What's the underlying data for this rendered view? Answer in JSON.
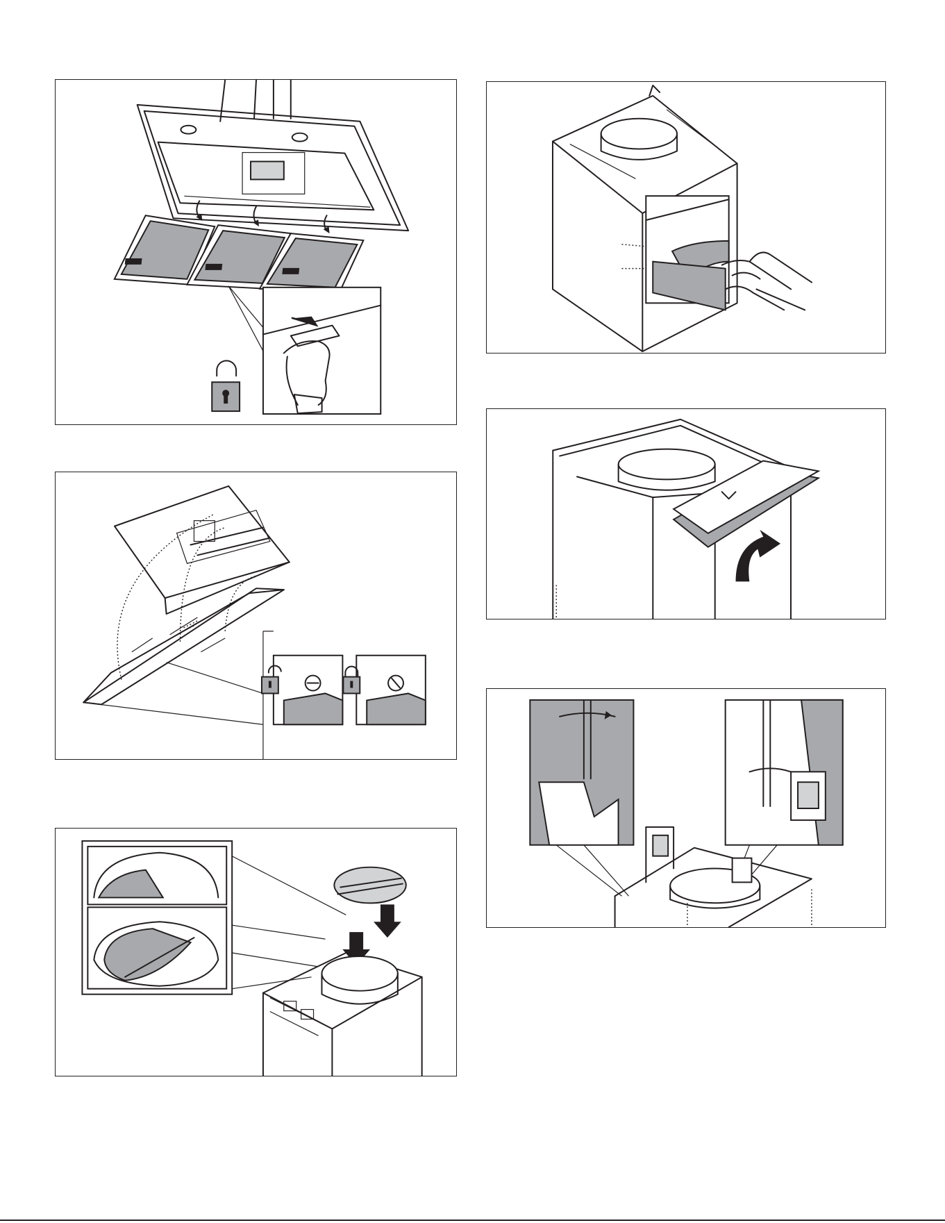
{
  "page": {
    "footer_text": ""
  },
  "panels": [
    {
      "id": "p1",
      "content": "remove-grease-filters"
    },
    {
      "id": "p2",
      "content": "remove-bottom-panel"
    },
    {
      "id": "p3",
      "content": "install-damper-in-duct-collar"
    },
    {
      "id": "p4",
      "content": "remove-protective-tape"
    },
    {
      "id": "p5",
      "content": "lift-top-cover"
    },
    {
      "id": "p6",
      "content": "loosen-screws-electrical-box"
    }
  ],
  "icons": {
    "unlock": "unlock-padlock-icon",
    "lock": "lock-padlock-icon"
  },
  "colors": {
    "line": "#231f20",
    "fill_gray": "#a7a9ac",
    "fill_light": "#d1d3d4"
  }
}
